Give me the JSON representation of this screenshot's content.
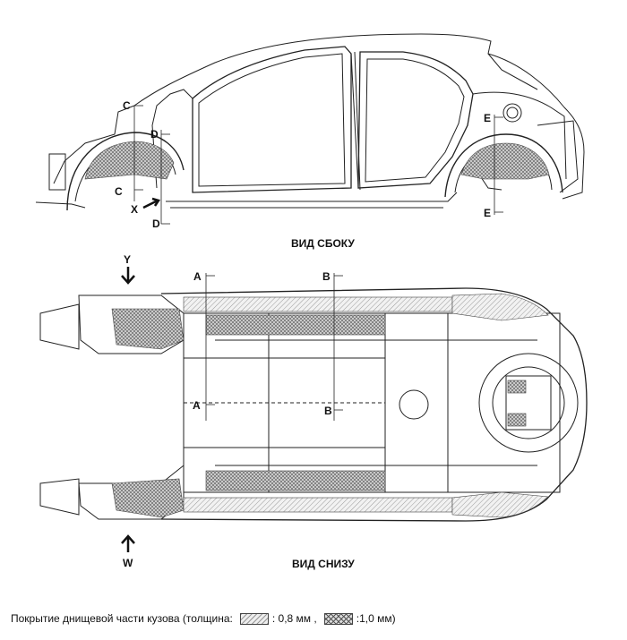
{
  "views": {
    "side_title": "ВИД СБОКУ",
    "bottom_title": "ВИД СНИЗУ"
  },
  "markers": {
    "c": "C",
    "d": "D",
    "e": "E",
    "x": "X",
    "a": "A",
    "b": "B",
    "y": "Y",
    "w": "W"
  },
  "legend": {
    "prefix": "Покрытие днищевой части кузова (толщина:",
    "thin": ": 0,8 мм ,",
    "thick": ":1,0 мм)"
  },
  "colors": {
    "line": "#222222",
    "hatch_light": "#999999",
    "hatch_dark": "#555555"
  }
}
